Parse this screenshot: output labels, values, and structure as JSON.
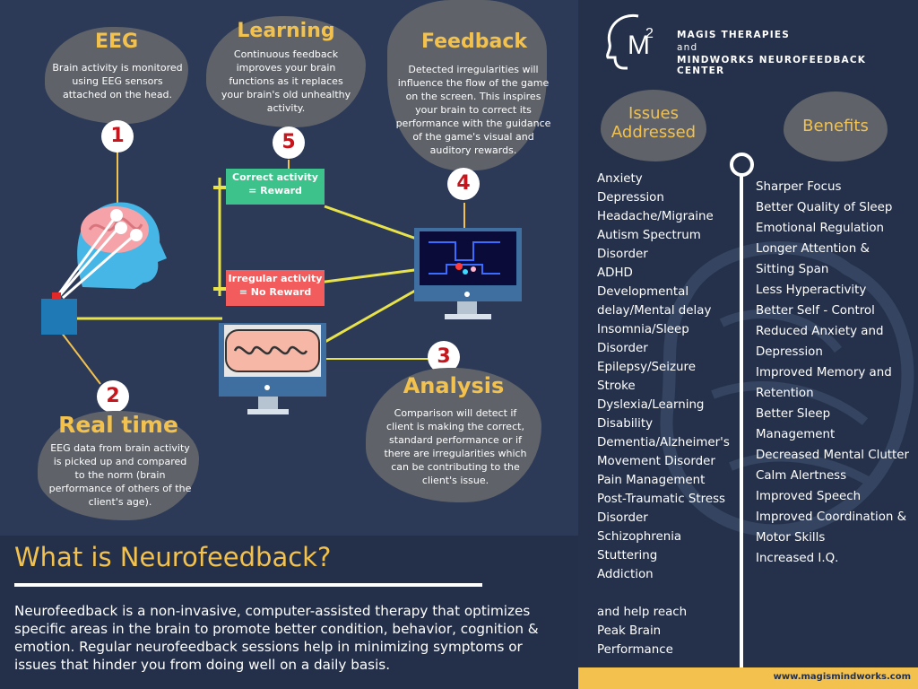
{
  "steps": {
    "eeg": {
      "num": "1",
      "title": "EEG",
      "text": "Brain activity is monitored using EEG sensors attached on the head."
    },
    "realtime": {
      "num": "2",
      "title": "Real time",
      "text": "EEG data from brain activity is picked up and compared to the norm (brain performance of others of the client's age)."
    },
    "analysis": {
      "num": "3",
      "title": "Analysis",
      "text": "Comparison will detect if client is making the correct, standard performance or if there are irregularities which can be contributing to the client's issue."
    },
    "feedback": {
      "num": "4",
      "title": "Feedback",
      "text": "Detected irregularities will influence the flow of the game on the screen. This inspires your brain to correct its performance with the guidance of the game's visual and auditory rewards."
    },
    "learning": {
      "num": "5",
      "title": "Learning",
      "text": "Continuous feedback improves your brain functions as it replaces your brain's old unhealthy activity."
    }
  },
  "cards": {
    "correct_line1": "Correct activity",
    "correct_line2": "= Reward",
    "irregular_line1": "Irregular activity",
    "irregular_line2": "= No Reward"
  },
  "what": {
    "title": "What is Neurofeedback?",
    "body": "Neurofeedback is a non-invasive, computer-assisted therapy that optimizes specific areas in the brain to promote better condition, behavior, cognition & emotion. Regular neurofeedback sessions help in minimizing symptoms or issues that hinder you from doing well on a daily basis."
  },
  "brand": {
    "line1": "MAGIS THERAPIES",
    "line2": "and",
    "line3": "MINDWORKS NEUROFEEDBACK CENTER",
    "logo_text": "M",
    "logo_sup": "2"
  },
  "issues": {
    "heading_line1": "Issues",
    "heading_line2": "Addressed",
    "items": [
      "Anxiety",
      "Depression",
      "Headache/Migraine",
      "Autism Spectrum",
      "Disorder",
      "ADHD",
      "Developmental",
      "delay/Mental delay",
      "Insomnia/Sleep",
      "Disorder",
      "Epilepsy/Seizure",
      "Stroke",
      "Dyslexia/Learning",
      "Disability",
      "Dementia/Alzheimer's",
      "Movement Disorder",
      "Pain Management",
      "Post-Traumatic Stress",
      "Disorder",
      "Schizophrenia",
      "Stuttering",
      "Addiction"
    ],
    "extra": [
      "and help reach",
      "Peak Brain",
      "Performance"
    ]
  },
  "benefits": {
    "heading": "Benefits",
    "items": [
      "Sharper Focus",
      "Better Quality of Sleep",
      "Emotional Regulation",
      "Longer Attention &",
      "Sitting Span",
      "Less Hyperactivity",
      "Better Self - Control",
      "Reduced Anxiety and",
      "Depression",
      "Improved Memory and",
      "Retention",
      "Better Sleep",
      "Management",
      "Decreased Mental Clutter",
      "Calm Alertness",
      "Improved Speech",
      "Improved Coordination &",
      "Motor Skills",
      "Increased I.Q."
    ]
  },
  "footer": {
    "url": "www.magismindworks.com"
  },
  "colors": {
    "accent": "#f2c14e",
    "background": "#2c3a57",
    "panel": "#25314a",
    "blob": "#5f6369",
    "green": "#3cc28a",
    "red": "#f25c5c",
    "step_number": "#c4161c"
  }
}
